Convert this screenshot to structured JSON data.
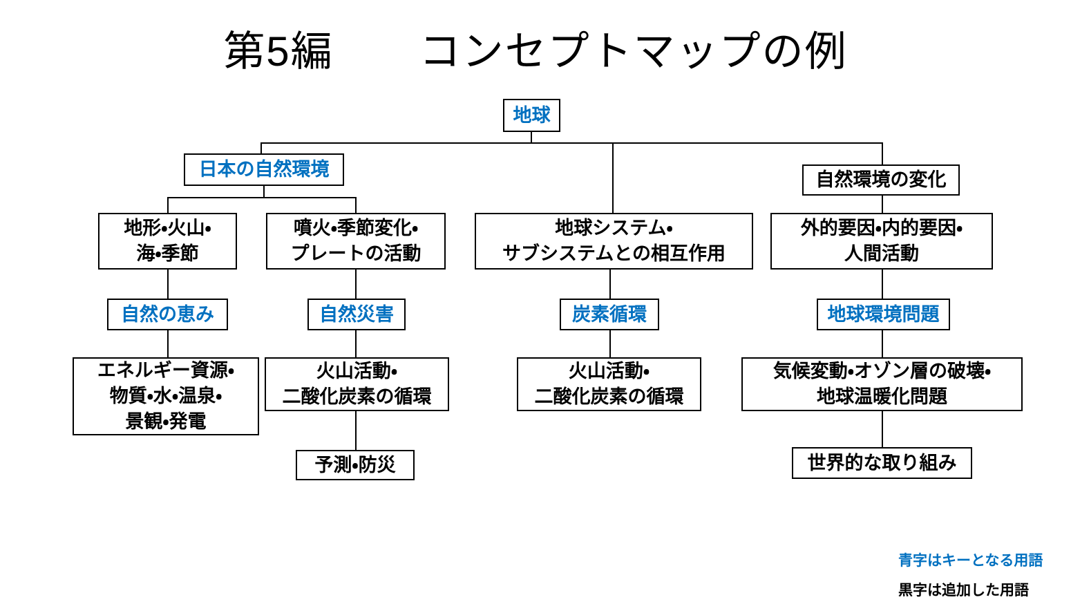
{
  "title": "第5編　　コンセプトマップの例",
  "colors": {
    "key_term": "#0070C0",
    "added_term": "#000000",
    "line": "#000000",
    "background": "#FFFFFF"
  },
  "nodes": {
    "earth": {
      "label": "地球",
      "type": "key-term"
    },
    "japan_nature": {
      "label": "日本の自然環境",
      "type": "key-term"
    },
    "terrain": {
      "label": "地形・火山・\n海・季節",
      "type": "added-term"
    },
    "eruption": {
      "label": "噴火・季節変化・\nプレートの活動",
      "type": "added-term"
    },
    "earth_system": {
      "label": "地球システム・\nサブシステムとの相互作用",
      "type": "added-term"
    },
    "env_change": {
      "label": "自然環境の変化",
      "type": "added-term"
    },
    "ext_factors": {
      "label": "外的要因・内的要因・\n人間活動",
      "type": "added-term"
    },
    "nature_blessing": {
      "label": "自然の恵み",
      "type": "key-term"
    },
    "natural_disaster": {
      "label": "自然災害",
      "type": "key-term"
    },
    "carbon_cycle": {
      "label": "炭素循環",
      "type": "key-term"
    },
    "global_env_issues": {
      "label": "地球環境問題",
      "type": "key-term"
    },
    "energy_resources": {
      "label": "エネルギー資源・\n物質・水・温泉・\n景観・発電",
      "type": "added-term"
    },
    "volcano_co2_left": {
      "label": "火山活動・\n二酸化炭素の循環",
      "type": "added-term"
    },
    "volcano_co2_center": {
      "label": "火山活動・\n二酸化炭素の循環",
      "type": "added-term"
    },
    "climate_change": {
      "label": "気候変動・オゾン層の破壊・\n地球温暖化問題",
      "type": "added-term"
    },
    "prediction": {
      "label": "予測・防災",
      "type": "added-term"
    },
    "global_efforts": {
      "label": "世界的な取り組み",
      "type": "added-term"
    }
  },
  "legend": {
    "key_terms": "青字はキーとなる用語",
    "added_terms": "黒字は追加した用語"
  }
}
